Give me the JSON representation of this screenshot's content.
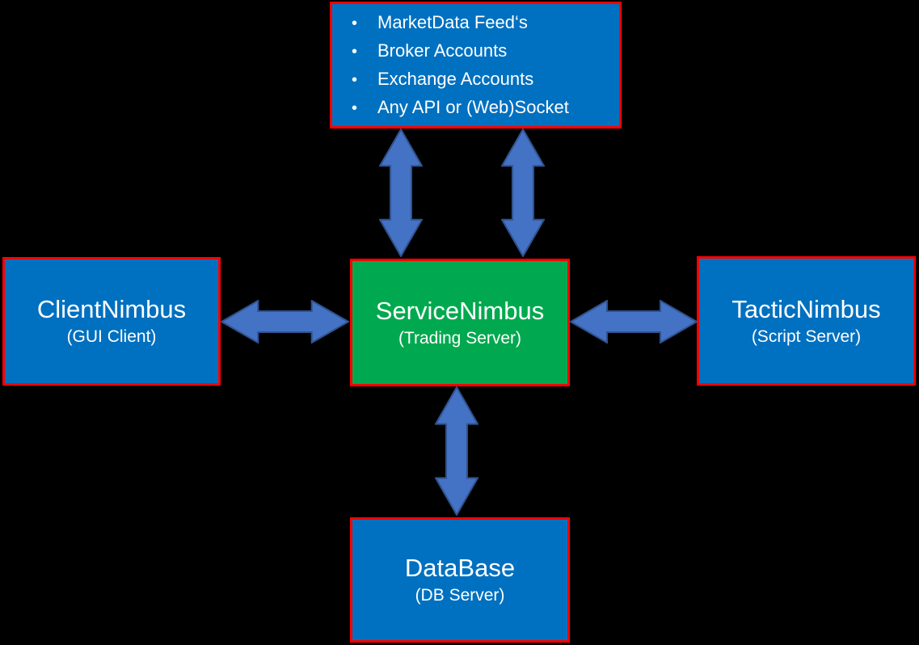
{
  "colors": {
    "background": "#000000",
    "box_blue": "#0070C0",
    "box_green": "#00A94F",
    "box_border_red": "#FF0000",
    "arrow_fill": "#4472C4",
    "arrow_stroke": "#2F528F",
    "text_white": "#FFFFFF"
  },
  "top_box": {
    "bullet": "•",
    "items": [
      "MarketData Feed‘s",
      "Broker Accounts",
      "Exchange Accounts",
      "Any API or (Web)Socket"
    ]
  },
  "boxes": {
    "client": {
      "title": "ClientNimbus",
      "subtitle": "(GUI Client)"
    },
    "service": {
      "title": "ServiceNimbus",
      "subtitle": "(Trading Server)"
    },
    "tactic": {
      "title": "TacticNimbus",
      "subtitle": "(Script Server)"
    },
    "database": {
      "title": "DataBase",
      "subtitle": "(DB Server)"
    }
  }
}
